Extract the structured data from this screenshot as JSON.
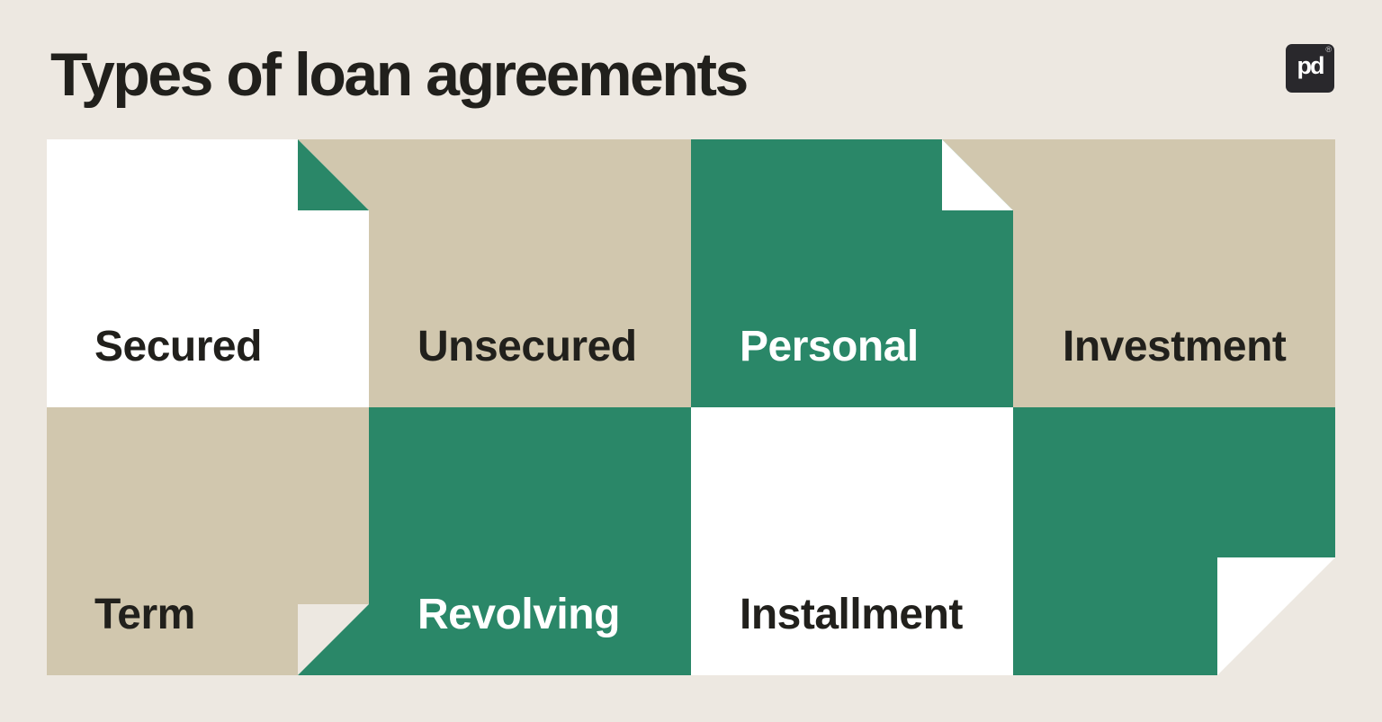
{
  "page": {
    "title": "Types of loan agreements"
  },
  "logo": {
    "monogram": "pd",
    "registered_mark": "®"
  },
  "theme": {
    "bg": "#EDE8E1",
    "tan": "#D1C7AE",
    "green": "#2A8768",
    "white": "#FFFFFF",
    "textDark": "#21201C",
    "logoBg": "#29282C"
  },
  "grid": {
    "rows": 2,
    "cols": 4,
    "cells": [
      {
        "label": "Secured",
        "color": "white",
        "fold": "top-right-green-flap"
      },
      {
        "label": "Unsecured",
        "color": "tan",
        "fold": "none"
      },
      {
        "label": "Personal",
        "color": "green",
        "fold": "top-right-white-flap"
      },
      {
        "label": "Investment",
        "color": "tan",
        "fold": "none"
      },
      {
        "label": "Term",
        "color": "tan",
        "fold": "bottom-right-cut"
      },
      {
        "label": "Revolving",
        "color": "green",
        "fold": "bottom-left-green-flap"
      },
      {
        "label": "Installment",
        "color": "white",
        "fold": "none"
      },
      {
        "label": "",
        "color": "green",
        "fold": "bottom-right-white-flap"
      }
    ]
  }
}
